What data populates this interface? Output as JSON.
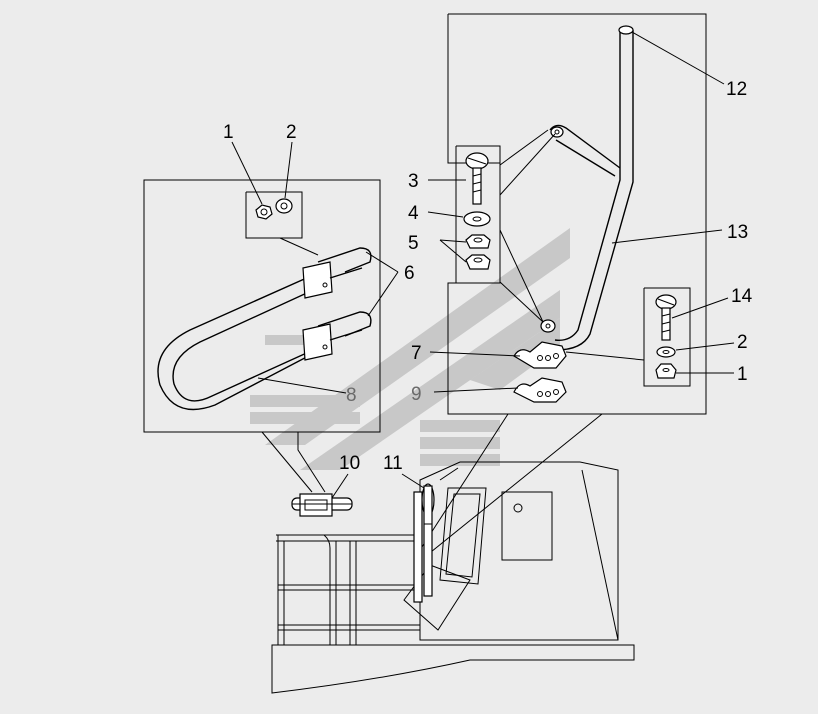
{
  "labels": {
    "l1a": "1",
    "l2a": "2",
    "l3": "3",
    "l4": "4",
    "l5": "5",
    "l6": "6",
    "l7": "7",
    "l8": "8",
    "l9": "9",
    "l10": "10",
    "l11": "11",
    "l12": "12",
    "l13": "13",
    "l14": "14",
    "l2b": "2",
    "l1b": "1"
  },
  "colors": {
    "background": "#ececec",
    "watermark": "#c8c8c8",
    "line": "#000000"
  }
}
